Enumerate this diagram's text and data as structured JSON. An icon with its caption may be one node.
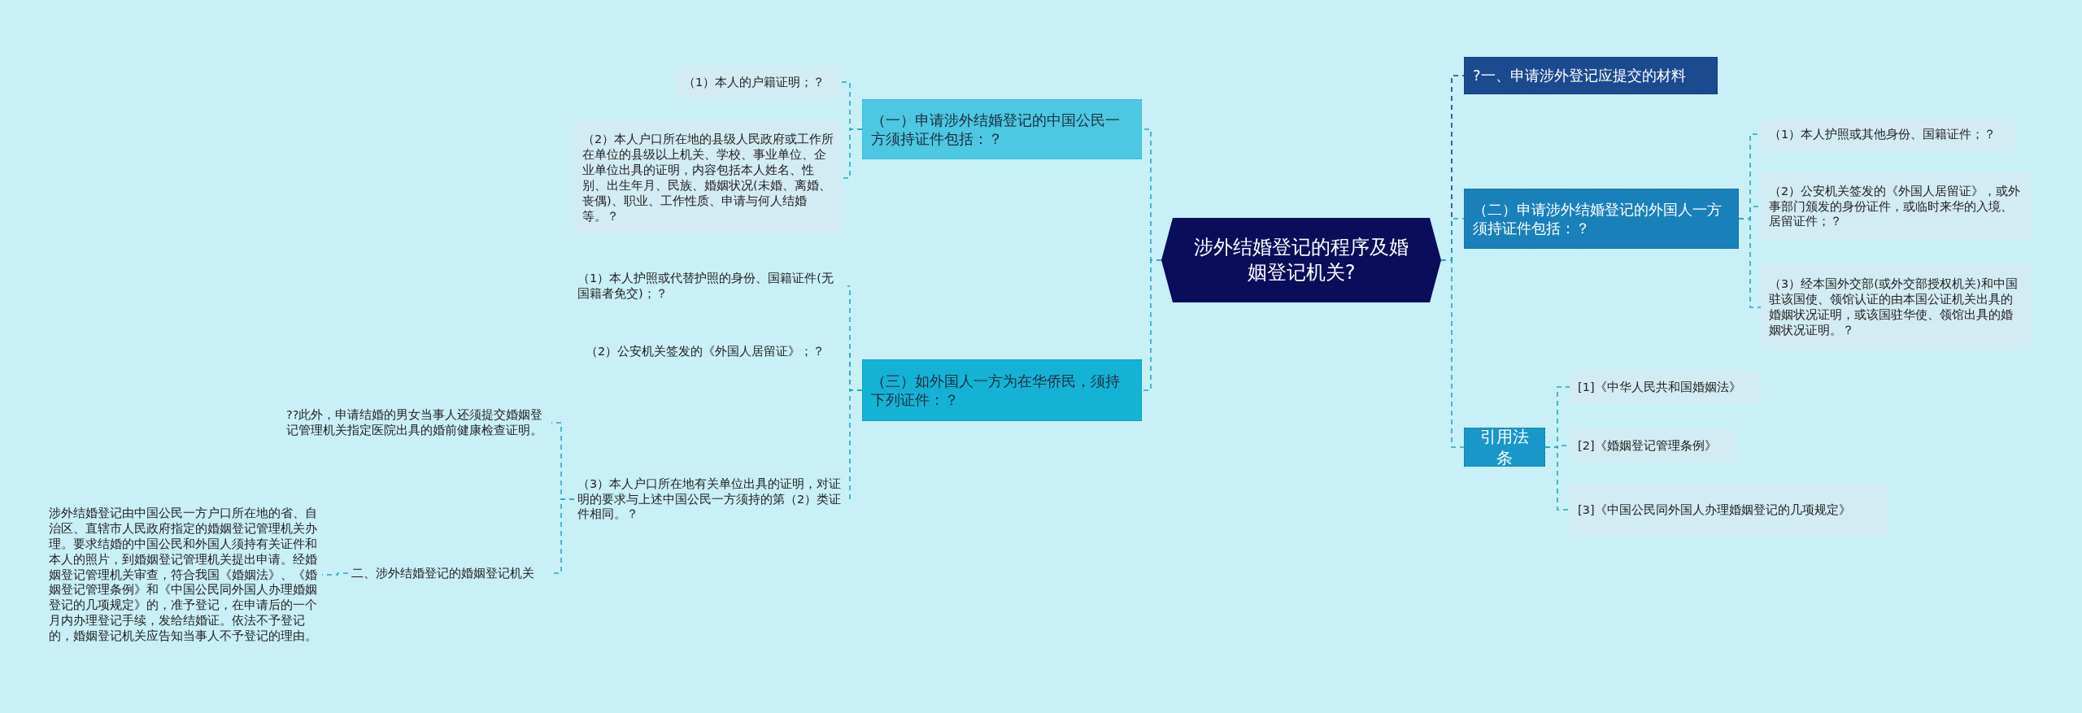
{
  "diagram": {
    "nodes": [
      {
        "text": [
          "涉外结婚登记的程序及婚姻登记机关?"
        ]
      },
      {
        "text": [
          "?一、申请涉外登记应提交的材料"
        ]
      },
      {
        "text": [
          "（二）申请涉外结婚登记的外国人一方须持证件包括：？"
        ]
      },
      {
        "text": [
          "（1）本人护照或其他身份、国籍证件；？"
        ]
      },
      {
        "text": [
          "（2）公安机关签发的《外国人居留证》，或外事部门颁发的身份证件，或临时来华的入境、居留证件；？"
        ]
      },
      {
        "text": [
          "（3）经本国外交部(或外交部授权机关)和中国驻该国使、领馆认证的由本国公证机关出具的婚姻状况证明，或该国驻华使、领馆出具的婚姻状况证明。？"
        ]
      },
      {
        "text": [
          "引用法条"
        ]
      },
      {
        "text": [
          "[1]《中华人民共和国婚姻法》"
        ]
      },
      {
        "text": [
          "[2]《婚姻登记管理条例》"
        ]
      },
      {
        "text": [
          "[3]《中国公民同外国人办理婚姻登记的几项规定》"
        ]
      },
      {
        "text": [
          "（一）申请涉外结婚登记的中国公民一方须持证件包括：？"
        ]
      },
      {
        "text": [
          "（1）本人的户籍证明；？"
        ]
      },
      {
        "text": [
          "（2）本人户口所在地的县级人民政府或工作所在单位的县级以上机关、学校、事业单位、企业单位出具的证明，内容包括本人姓名、性别、出生年月、民族、婚姻状况(未婚、离婚、丧偶)、职业、工作性质、申请与何人结婚等。？"
        ]
      },
      {
        "text": [
          "（三）如外国人一方为在华侨民，须持下列证件：？"
        ]
      },
      {
        "text": [
          "（1）本人护照或代替护照的身份、国籍证件(无国籍者免交)；？"
        ]
      },
      {
        "text": [
          "（2）公安机关签发的《外国人居留证》；？"
        ]
      },
      {
        "text": [
          "（3）本人户口所在地有关单位出具的证明，对证明的要求与上述中国公民一方须持的第（2）类证件相同。？"
        ]
      },
      {
        "text": [
          "??此外，申请结婚的男女当事人还须提交婚姻登记管理机关指定医院出具的婚前健康检查证明。"
        ]
      },
      {
        "text": [
          "二、涉外结婚登记的婚姻登记机关"
        ]
      },
      {
        "text": [
          " 涉外结婚登记由中国公民一方户口所在地的省、自治区、直辖市人民政府指定的婚姻登记管理机关办理。要求结婚的中国公民和外国人须持有关证件和本人的照片，到婚姻登记管理机关提出申请。经婚姻登记管理机关审查，符合我国《婚姻法》、《婚姻登记管理条例》和《中国公民同外国人办理婚姻登记的几项规定》的，准予登记，在申请后的一个月内办理登记手续，发给结婚证。依法不予登记的，婚姻登记机关应告知当事人不予登记的理由。"
        ]
      }
    ],
    "edges": [
      {
        "from": 0,
        "to": 1,
        "arrow": "none",
        "style": "dashed",
        "color": "#1e3f7a"
      },
      {
        "from": 0,
        "to": 2,
        "arrow": "none",
        "style": "dashed"
      },
      {
        "from": 2,
        "to": 3,
        "arrow": "none",
        "style": "dashed"
      },
      {
        "from": 2,
        "to": 4,
        "arrow": "none",
        "style": "dashed"
      },
      {
        "from": 2,
        "to": 5,
        "arrow": "none",
        "style": "dashed"
      },
      {
        "from": 0,
        "to": 6,
        "arrow": "none",
        "style": "dashed"
      },
      {
        "from": 6,
        "to": 7,
        "arrow": "none",
        "style": "dashed"
      },
      {
        "from": 6,
        "to": 8,
        "arrow": "none",
        "style": "dashed"
      },
      {
        "from": 6,
        "to": 9,
        "arrow": "none",
        "style": "dashed"
      },
      {
        "from": 0,
        "to": 10,
        "arrow": "none",
        "style": "dashed"
      },
      {
        "from": 10,
        "to": 11,
        "arrow": "none",
        "style": "dashed"
      },
      {
        "from": 10,
        "to": 12,
        "arrow": "none",
        "style": "dashed"
      },
      {
        "from": 0,
        "to": 13,
        "arrow": "none",
        "style": "dashed"
      },
      {
        "from": 13,
        "to": 14,
        "arrow": "none",
        "style": "dashed"
      },
      {
        "from": 13,
        "to": 15,
        "arrow": "none",
        "style": "dashed"
      },
      {
        "from": 13,
        "to": 16,
        "arrow": "none",
        "style": "dashed"
      },
      {
        "from": 16,
        "to": 17,
        "arrow": "none",
        "style": "dashed"
      },
      {
        "from": 16,
        "to": 18,
        "arrow": "none",
        "style": "dashed"
      },
      {
        "from": 18,
        "to": 19,
        "arrow": "none",
        "style": "dashed"
      }
    ]
  }
}
